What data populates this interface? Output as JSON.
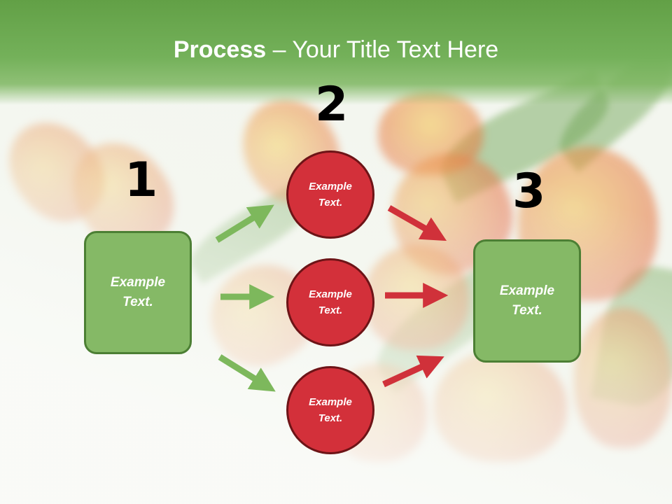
{
  "title": {
    "bold": "Process",
    "rest": " – Your Title Text Here"
  },
  "steps": {
    "n1": "1",
    "n2": "2",
    "n3": "3"
  },
  "boxes": {
    "left": {
      "line1": "Example",
      "line2": "Text."
    },
    "right": {
      "line1": "Example",
      "line2": "Text."
    }
  },
  "circles": [
    {
      "line1": "Example",
      "line2": "Text."
    },
    {
      "line1": "Example",
      "line2": "Text."
    },
    {
      "line1": "Example",
      "line2": "Text."
    }
  ],
  "colors": {
    "header": "#6aa84f",
    "box_fill": "#85b966",
    "circle_fill": "#d3303a",
    "arrow_green": "#7db85c",
    "arrow_red": "#d0313a"
  }
}
